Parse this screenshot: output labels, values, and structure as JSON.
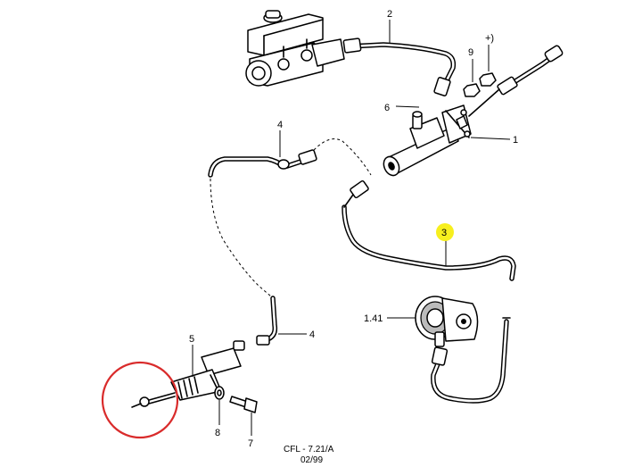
{
  "labels": {
    "l1": "1",
    "l2": "2",
    "l3": "3",
    "l4a": "4",
    "l4b": "4",
    "l5": "5",
    "l6": "6",
    "l7": "7",
    "l8": "8",
    "l9": "9",
    "l141": "1.41",
    "lplus": "+)"
  },
  "footer": {
    "code": "CFL - 7.21/A",
    "date": "02/99"
  },
  "colors": {
    "highlight": "#f7ef1e",
    "circle": "#d92b2b"
  }
}
